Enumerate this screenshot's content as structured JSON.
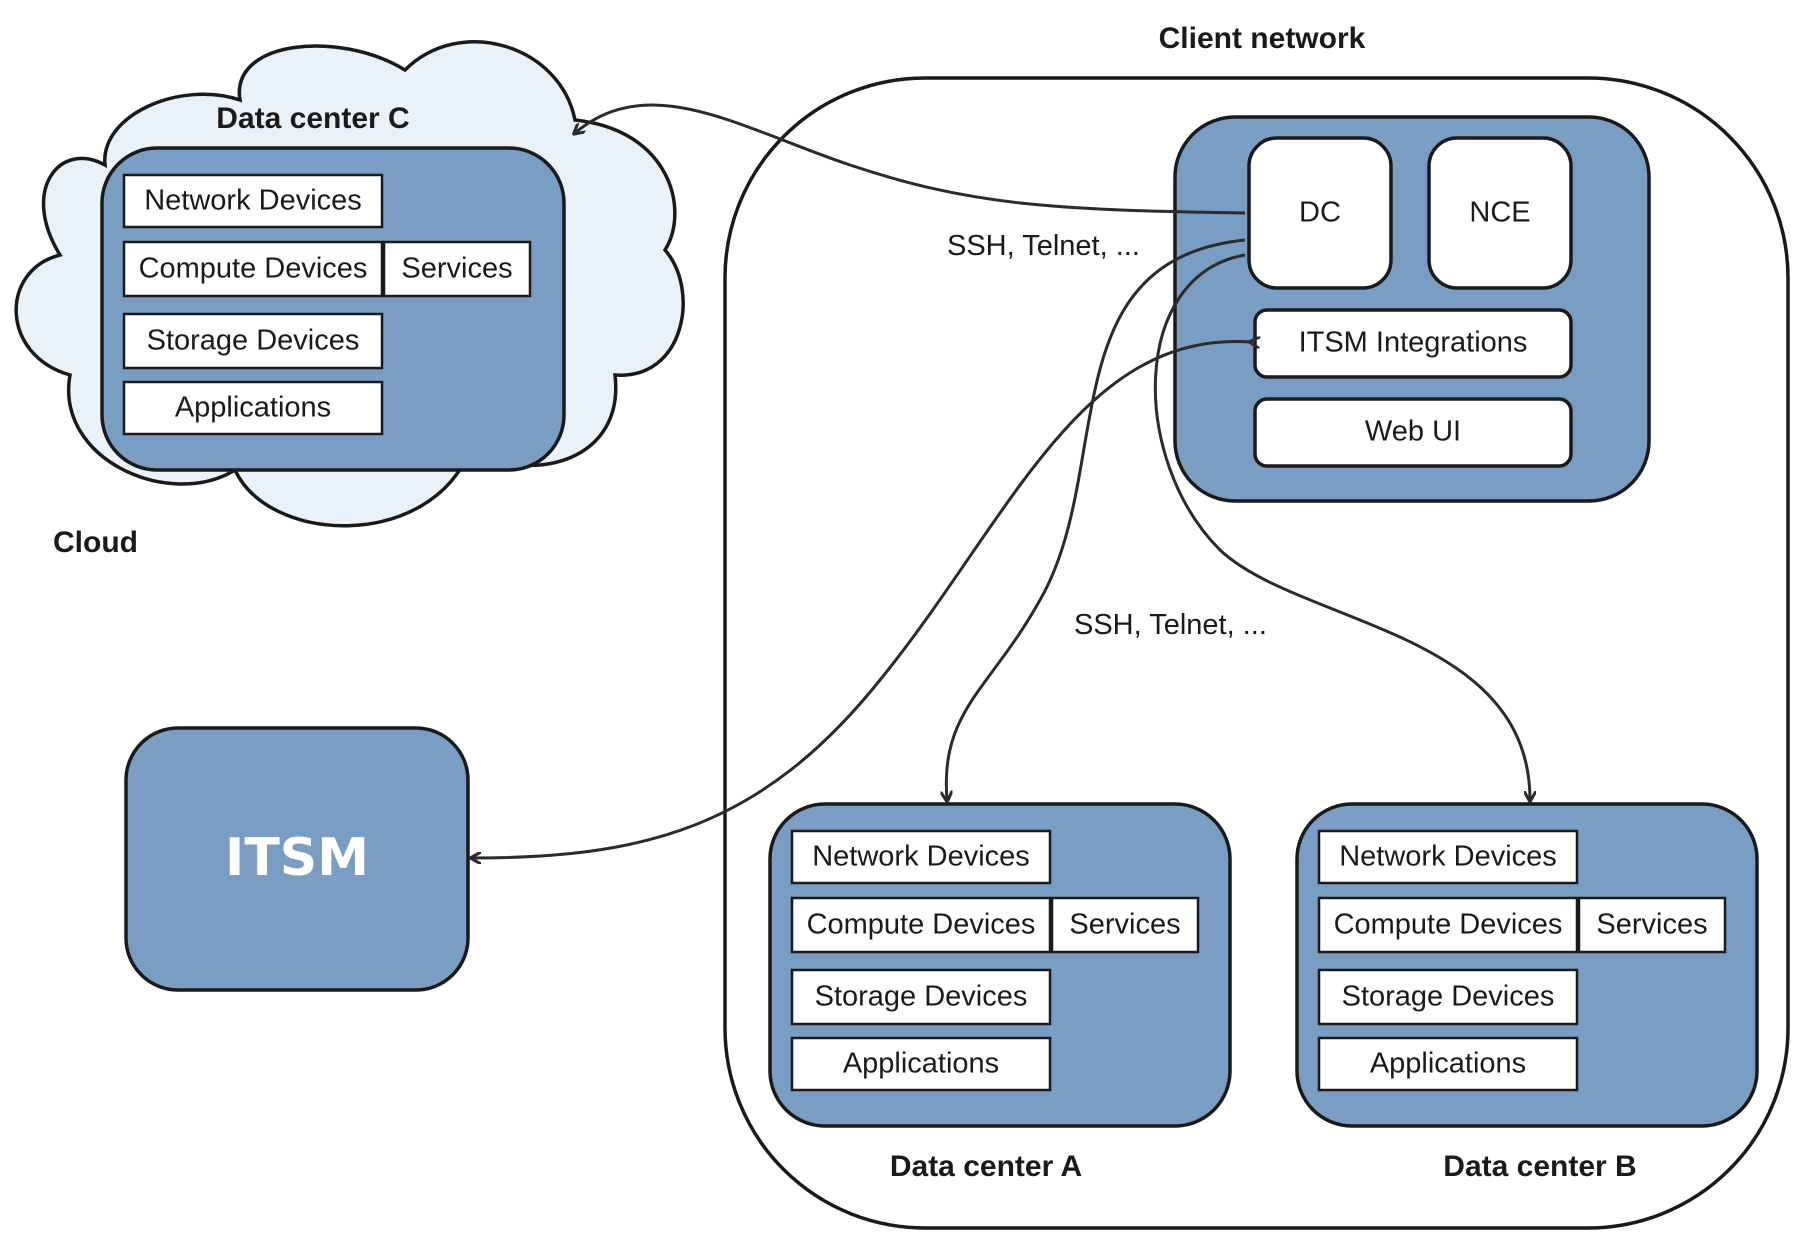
{
  "labels": {
    "client_network": "Client network",
    "cloud": "Cloud",
    "ssh_upper": "SSH, Telnet, ...",
    "ssh_lower": "SSH, Telnet, ..."
  },
  "data_centers": {
    "c": {
      "title": "Data center C",
      "network": "Network Devices",
      "compute": "Compute Devices",
      "services": "Services",
      "storage": "Storage Devices",
      "applications": "Applications"
    },
    "a": {
      "title": "Data center A",
      "network": "Network Devices",
      "compute": "Compute Devices",
      "services": "Services",
      "storage": "Storage Devices",
      "applications": "Applications"
    },
    "b": {
      "title": "Data center B",
      "network": "Network Devices",
      "compute": "Compute Devices",
      "services": "Services",
      "storage": "Storage Devices",
      "applications": "Applications"
    }
  },
  "hub": {
    "dc": "DC",
    "nce": "NCE",
    "itsm_integrations": "ITSM Integrations",
    "web_ui": "Web UI"
  },
  "itsm": {
    "label": "ITSM"
  },
  "colors": {
    "node_fill": "#7a9ec3",
    "cloud_fill": "#e8f2f8",
    "stroke": "#1a1a1a"
  }
}
